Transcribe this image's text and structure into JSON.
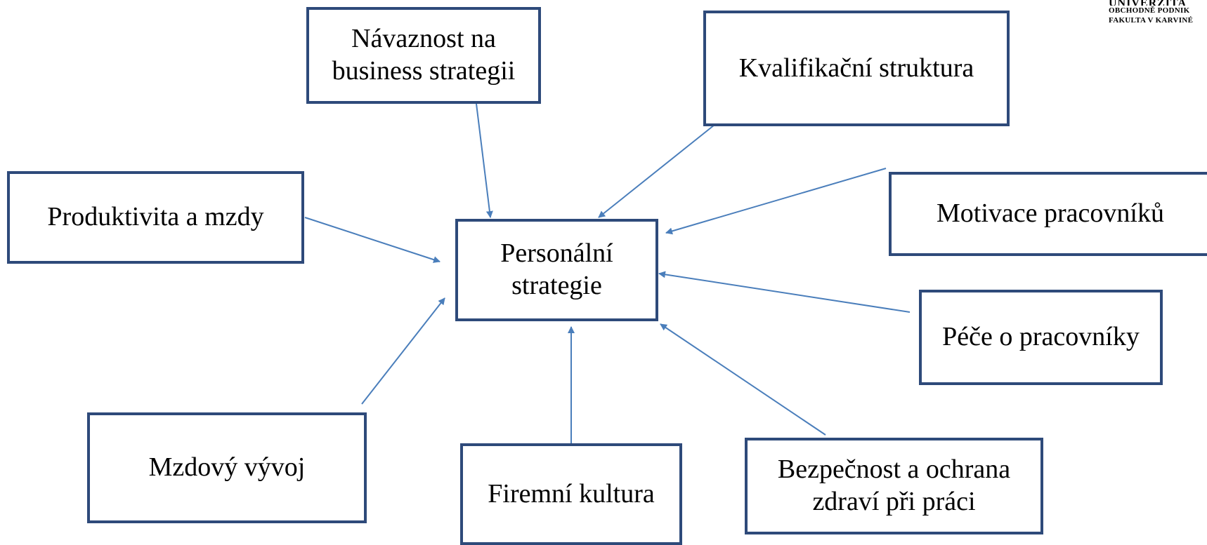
{
  "logo": {
    "title": "UNIVERZITA",
    "line1": "OBCHODNĚ PODNIK",
    "line2": "FAKULTA V KARVINÉ"
  },
  "diagram": {
    "center": "Personální\nstrategie",
    "nodes": {
      "navaznost": "Návaznost na\nbusiness strategii",
      "kvalifikacni": "Kvalifikační struktura",
      "produktivita": "Produktivita a mzdy",
      "motivace": "Motivace pracovníků",
      "pece": "Péče o pracovníky",
      "mzdovy": "Mzdový vývoj",
      "firemni": "Firemní kultura",
      "bezpecnost": "Bezpečnost a ochrana\nzdraví při práci"
    },
    "edges": [
      {
        "from": "Návaznost na business strategii",
        "to": "Personální strategie"
      },
      {
        "from": "Kvalifikační struktura",
        "to": "Personální strategie"
      },
      {
        "from": "Produktivita a mzdy",
        "to": "Personální strategie"
      },
      {
        "from": "Motivace pracovníků",
        "to": "Personální strategie"
      },
      {
        "from": "Péče o pracovníky",
        "to": "Personální strategie"
      },
      {
        "from": "Mzdový vývoj",
        "to": "Personální strategie"
      },
      {
        "from": "Firemní kultura",
        "to": "Personální strategie"
      },
      {
        "from": "Bezpečnost a ochrana zdraví při práci",
        "to": "Personální strategie"
      }
    ],
    "colors": {
      "box_border": "#2e4a7a",
      "arrow": "#4a7ebb",
      "text": "#000000"
    }
  }
}
